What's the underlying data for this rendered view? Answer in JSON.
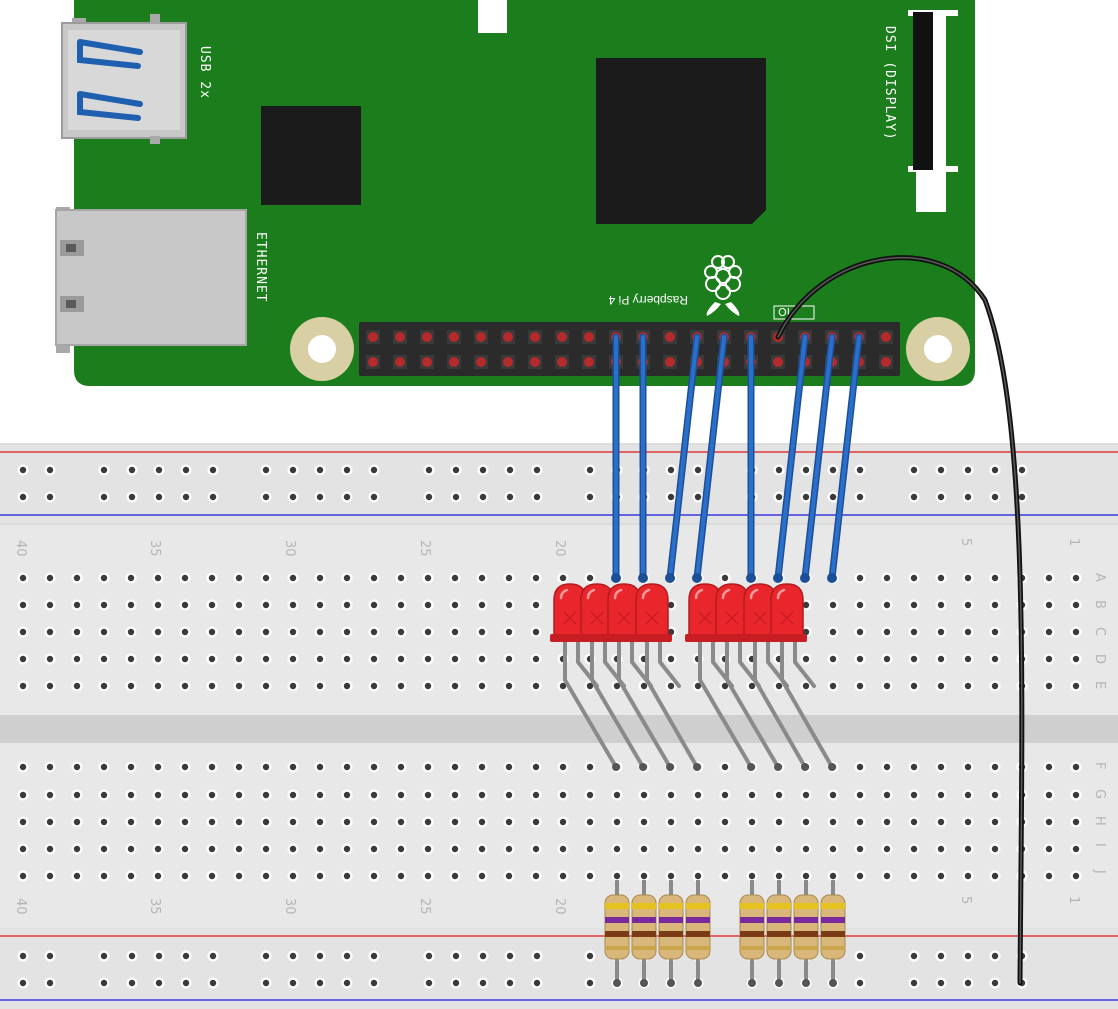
{
  "board": {
    "usb_label": "USB 2x",
    "ethernet_label": "ETHERNET",
    "dsi_label": "DSI (DISPLAY)",
    "brand_label": "Raspberry Pi 4",
    "gpio_label": "IO"
  },
  "breadboard": {
    "column_numbers": [
      "40",
      "35",
      "30",
      "25",
      "20",
      "5",
      "1"
    ],
    "row_letters_top": [
      "A",
      "B",
      "C",
      "D",
      "E"
    ],
    "row_letters_bottom": [
      "F",
      "G",
      "H",
      "I",
      "J"
    ]
  },
  "circuit": {
    "led_count": 8,
    "resistor_count": 8,
    "led_color": "#e8262b",
    "signal_wire_color": "#2a6fc9",
    "ground_wire_color": "#111111",
    "board_color": "#1b7d1b",
    "resistor_body_color": "#d9b77a"
  }
}
